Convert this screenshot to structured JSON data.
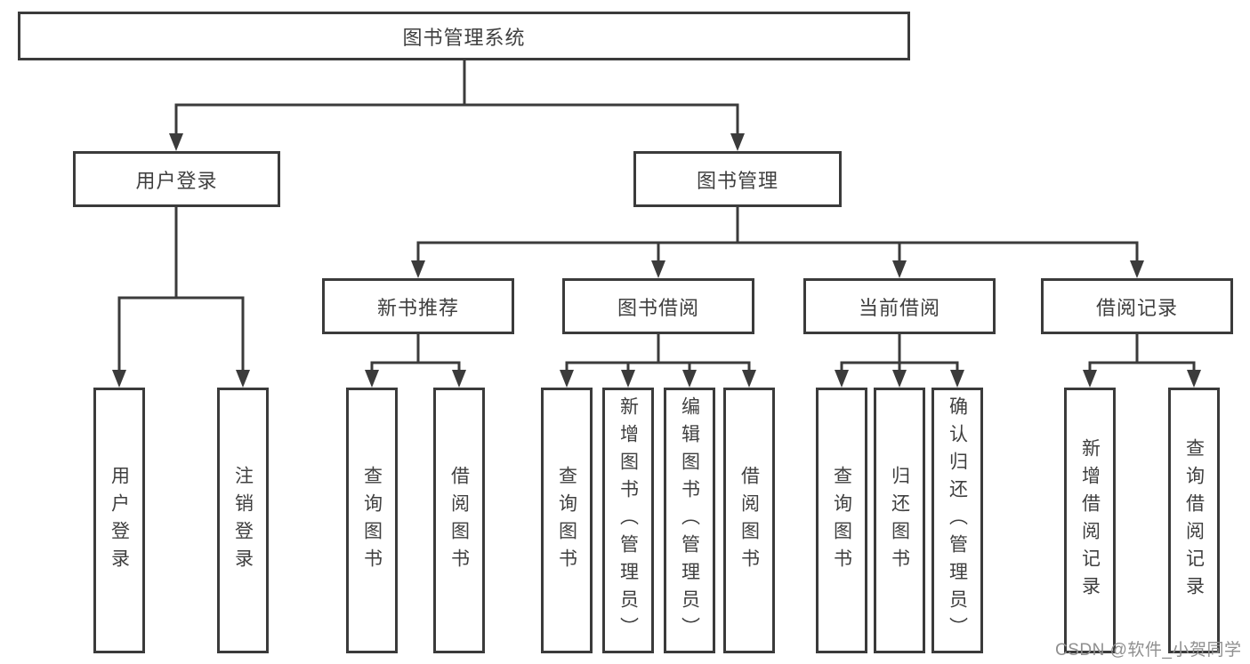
{
  "tree": {
    "root": {
      "label": "图书管理系统"
    },
    "branches": [
      {
        "label": "用户登录",
        "children": [
          "用户登录",
          "注销登录"
        ]
      },
      {
        "label": "图书管理",
        "groups": [
          {
            "label": "新书推荐",
            "children": [
              "查询图书",
              "借阅图书"
            ]
          },
          {
            "label": "图书借阅",
            "children": [
              "查询图书",
              "新增图书（管理员）",
              "编辑图书（管理员）",
              "借阅图书"
            ]
          },
          {
            "label": "当前借阅",
            "children": [
              "查询图书",
              "归还图书",
              "确认归还（管理员）"
            ]
          },
          {
            "label": "借阅记录",
            "children": [
              "新增借阅记录",
              "查询借阅记录"
            ]
          }
        ]
      }
    ]
  },
  "watermark": "CSDN @软件_小贺同学",
  "colors": {
    "line": "#3b3b3b",
    "text": "#3f3f3f",
    "box_bg": "#ffffff",
    "watermark": "#8f8f8f"
  }
}
